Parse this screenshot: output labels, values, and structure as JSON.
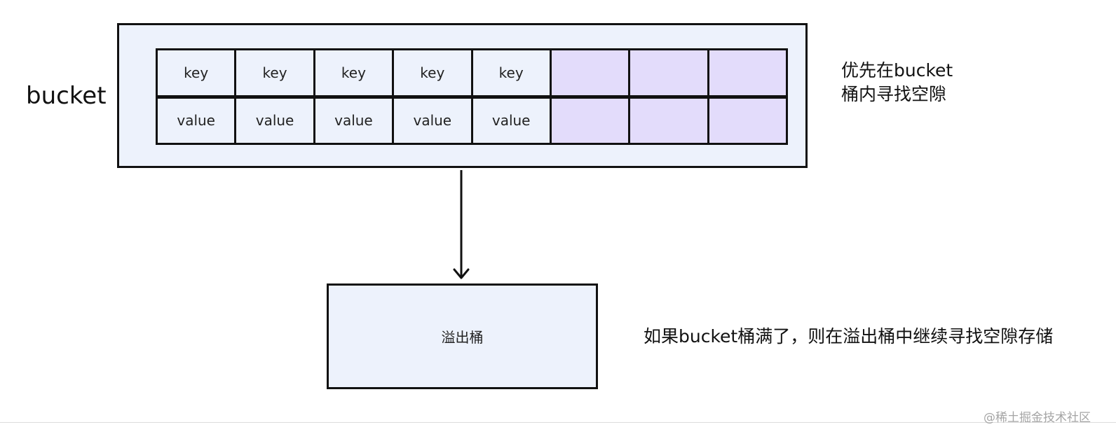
{
  "bucket_label": "bucket",
  "bucket": {
    "keys": [
      "key",
      "key",
      "key",
      "key",
      "key",
      "",
      "",
      ""
    ],
    "values": [
      "value",
      "value",
      "value",
      "value",
      "value",
      "",
      "",
      ""
    ],
    "filled_color": "#edf2fc",
    "empty_color": "#e3dcfb"
  },
  "note_top": {
    "line1": "优先在bucket",
    "line2": "桶内寻找空隙"
  },
  "overflow_bucket_label": "溢出桶",
  "note_bottom": "如果bucket桶满了，则在溢出桶中继续寻找空隙存储",
  "watermark": "@稀土掘金技术社区"
}
